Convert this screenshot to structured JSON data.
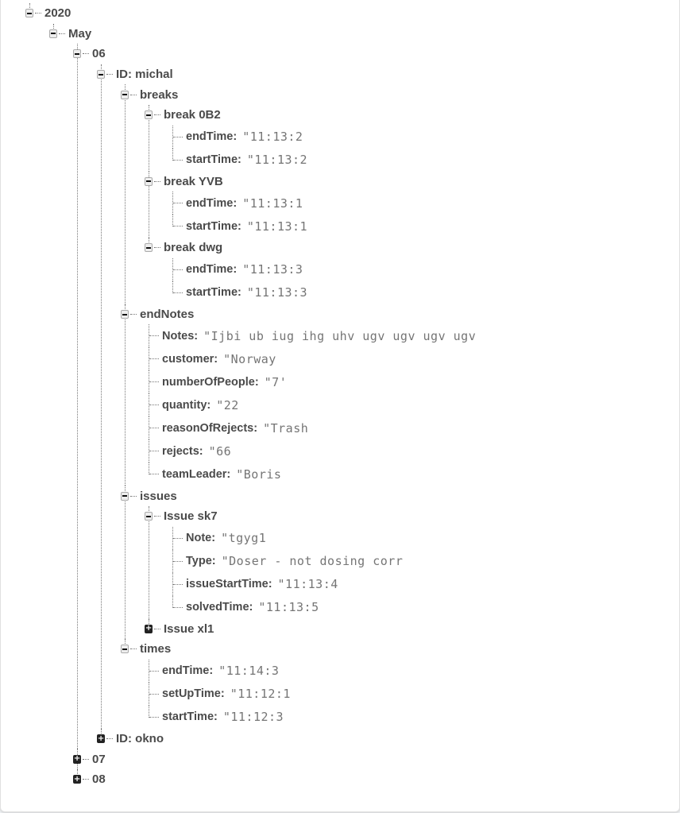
{
  "tree": [
    {
      "key": "2020",
      "expanded": true,
      "children": [
        {
          "key": "May",
          "expanded": true,
          "children": [
            {
              "key": "06",
              "expanded": true,
              "children": [
                {
                  "key": "ID: michal",
                  "expanded": true,
                  "children": [
                    {
                      "key": "breaks",
                      "expanded": true,
                      "children": [
                        {
                          "key": "break 0B2",
                          "expanded": true,
                          "children": [
                            {
                              "key": "endTime:",
                              "value": "\"11:13:2"
                            },
                            {
                              "key": "startTime:",
                              "value": "\"11:13:2"
                            }
                          ]
                        },
                        {
                          "key": "break YVB",
                          "expanded": true,
                          "children": [
                            {
                              "key": "endTime:",
                              "value": "\"11:13:1"
                            },
                            {
                              "key": "startTime:",
                              "value": "\"11:13:1"
                            }
                          ]
                        },
                        {
                          "key": "break dwg",
                          "expanded": true,
                          "children": [
                            {
                              "key": "endTime:",
                              "value": "\"11:13:3"
                            },
                            {
                              "key": "startTime:",
                              "value": "\"11:13:3"
                            }
                          ]
                        }
                      ]
                    },
                    {
                      "key": "endNotes",
                      "expanded": true,
                      "children": [
                        {
                          "key": "Notes:",
                          "value": "\"Ijbi ub iug ihg uhv ugv ugv ugv ugv"
                        },
                        {
                          "key": "customer:",
                          "value": "\"Norway"
                        },
                        {
                          "key": "numberOfPeople:",
                          "value": "\"7'"
                        },
                        {
                          "key": "quantity:",
                          "value": "\"22"
                        },
                        {
                          "key": "reasonOfRejects:",
                          "value": "\"Trash"
                        },
                        {
                          "key": "rejects:",
                          "value": "\"66"
                        },
                        {
                          "key": "teamLeader:",
                          "value": "\"Boris"
                        }
                      ]
                    },
                    {
                      "key": "issues",
                      "expanded": true,
                      "children": [
                        {
                          "key": "Issue sk7",
                          "expanded": true,
                          "children": [
                            {
                              "key": "Note:",
                              "value": "\"tgyg1"
                            },
                            {
                              "key": "Type:",
                              "value": "\"Doser - not dosing corr"
                            },
                            {
                              "key": "issueStartTime:",
                              "value": "\"11:13:4"
                            },
                            {
                              "key": "solvedTime:",
                              "value": "\"11:13:5"
                            }
                          ]
                        },
                        {
                          "key": "Issue xl1",
                          "expanded": false
                        }
                      ]
                    },
                    {
                      "key": "times",
                      "expanded": true,
                      "children": [
                        {
                          "key": "endTime:",
                          "value": "\"11:14:3"
                        },
                        {
                          "key": "setUpTime:",
                          "value": "\"11:12:1"
                        },
                        {
                          "key": "startTime:",
                          "value": "\"11:12:3"
                        }
                      ]
                    }
                  ]
                },
                {
                  "key": "ID: okno",
                  "expanded": false
                }
              ]
            },
            {
              "key": "07",
              "expanded": false
            },
            {
              "key": "08",
              "expanded": false
            }
          ]
        }
      ]
    }
  ]
}
